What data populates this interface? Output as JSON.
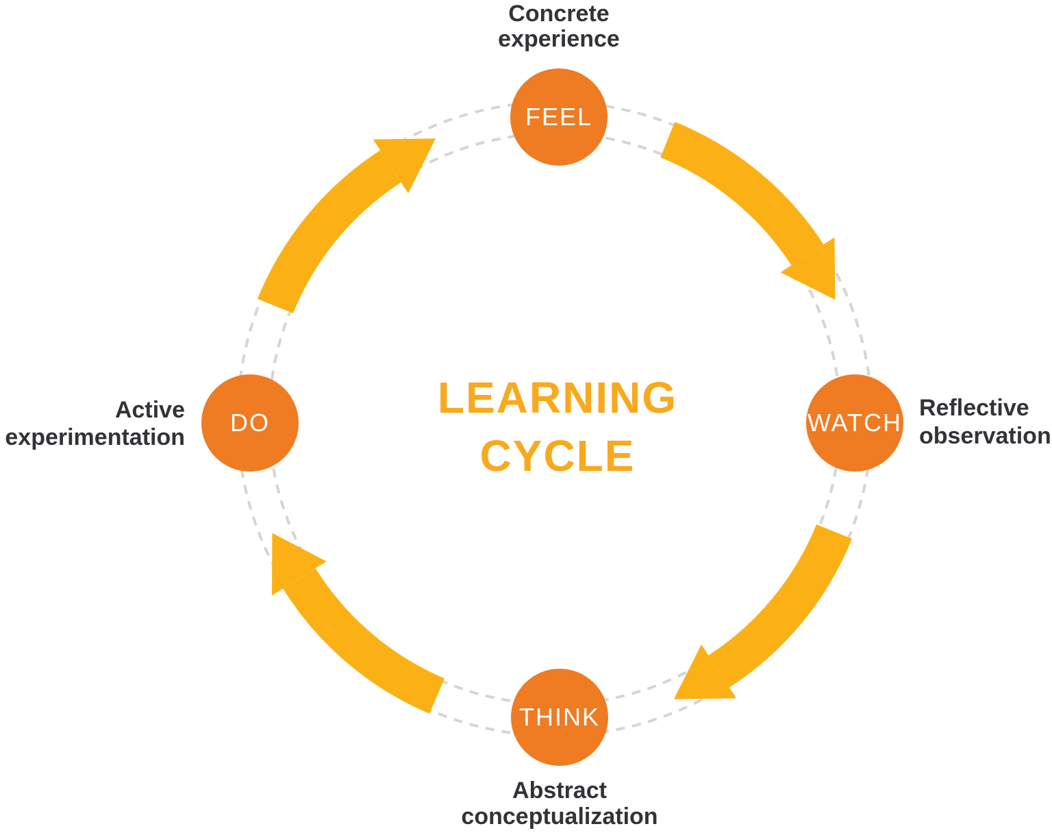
{
  "title": {
    "lines": [
      "LEARNING",
      "CYCLE"
    ]
  },
  "nodes": {
    "top": {
      "label": "FEEL",
      "caption": [
        "Concrete",
        "experience"
      ]
    },
    "right": {
      "label": "WATCH",
      "caption": [
        "Reflective",
        "observation"
      ]
    },
    "bottom": {
      "label": "THINK",
      "caption": [
        "Abstract",
        "conceptualization"
      ]
    },
    "left": {
      "label": "DO",
      "caption": [
        "Active",
        "experimentation"
      ]
    }
  },
  "flow": [
    "FEEL",
    "WATCH",
    "THINK",
    "DO"
  ],
  "colors": {
    "background": "#FFFFFF",
    "node_orange": "#EF7B23",
    "arrow_yellow": "#FBB116",
    "title_yellow": "#F8A91D",
    "label_dark": "#333237",
    "dash_gray": "#D5D5D5",
    "node_text": "#FFFFFF"
  }
}
